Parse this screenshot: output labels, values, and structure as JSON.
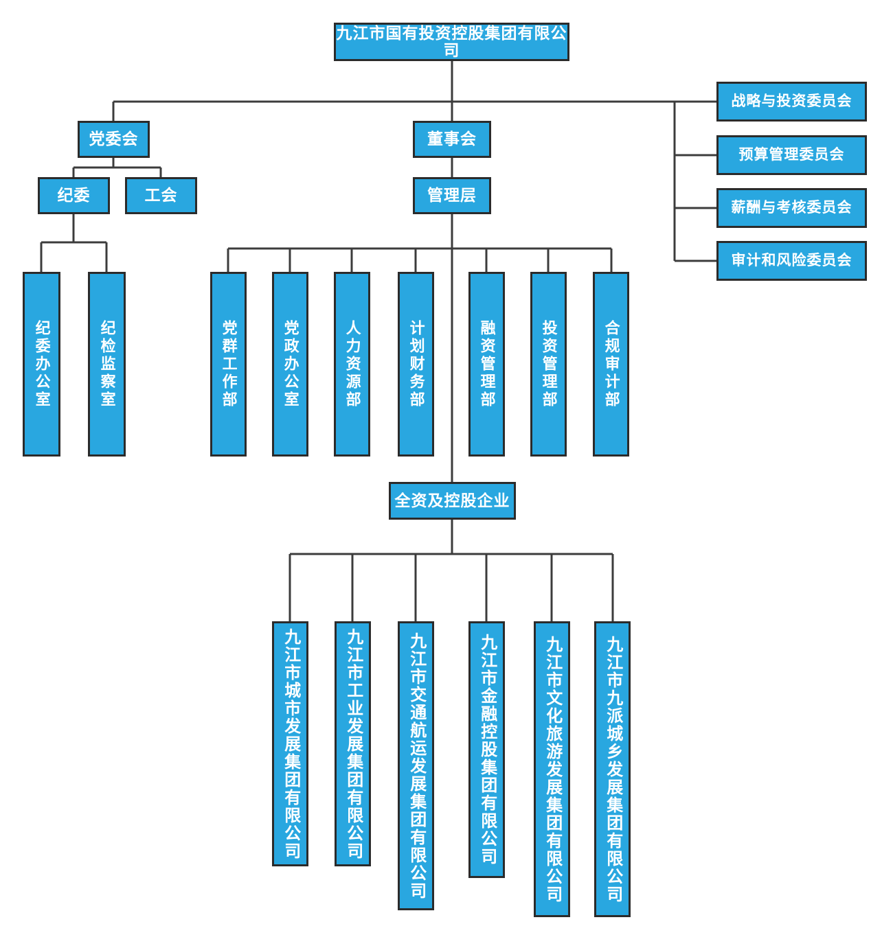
{
  "nodes": {
    "root": "九江市国有投资控股集团有限公司",
    "party_committee": "党委会",
    "board": "董事会",
    "management": "管理层",
    "discipline_committee": "纪委",
    "labor_union": "工会",
    "subsidiaries_header": "全资及控股企业",
    "committees": [
      "战略与投资委员会",
      "预算管理委员会",
      "薪酬与考核委员会",
      "审计和风险委员会"
    ],
    "discipline_offices": [
      "纪委办公室",
      "纪检监察室"
    ],
    "departments": [
      "党群工作部",
      "党政办公室",
      "人力资源部",
      "计划财务部",
      "融资管理部",
      "投资管理部",
      "合规审计部"
    ],
    "subsidiaries": [
      "九江市城市发展集团有限公司",
      "九江市工业发展集团有限公司",
      "九江市交通航运发展集团有限公司",
      "九江市金融控股集团有限公司",
      "九江市文化旅游发展集团有限公司",
      "九江市九派城乡发展集团有限公司"
    ]
  },
  "colors": {
    "box_fill": "#29A7E0",
    "box_border": "#2B2B2B",
    "connector": "#3C3C3C",
    "text": "#FFFFFF",
    "background": "#FFFFFF"
  }
}
